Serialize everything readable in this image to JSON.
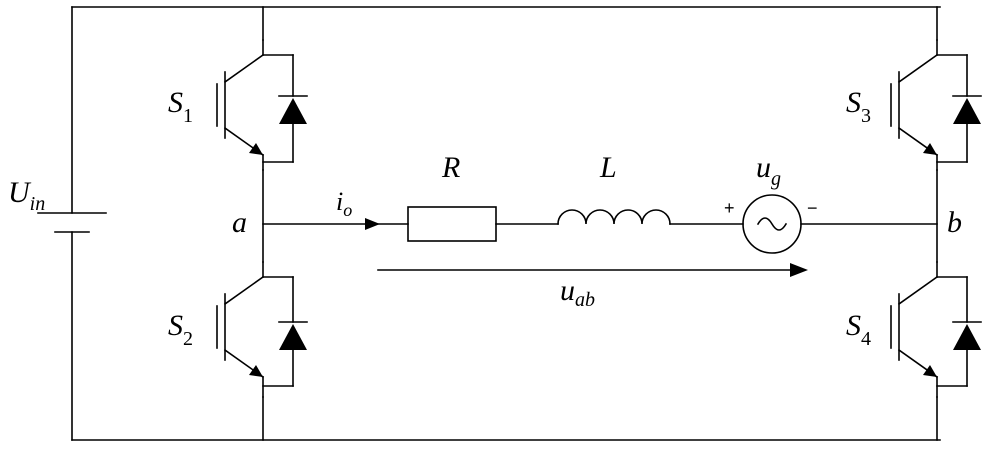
{
  "labels": {
    "source": {
      "main": "U",
      "sub": "in"
    },
    "s1": {
      "main": "S",
      "sub": "1"
    },
    "s2": {
      "main": "S",
      "sub": "2"
    },
    "s3": {
      "main": "S",
      "sub": "3"
    },
    "s4": {
      "main": "S",
      "sub": "4"
    },
    "node_a": "a",
    "node_b": "b",
    "current": {
      "main": "i",
      "sub": "o"
    },
    "resistor": "R",
    "inductor": "L",
    "grid": {
      "main": "u",
      "sub": "g"
    },
    "grid_plus": "+",
    "grid_minus": "−",
    "voltage": {
      "main": "u",
      "sub": "ab"
    }
  },
  "icons": {
    "switch": "igbt-icon",
    "diode": "diode-icon",
    "source": "dc-battery-icon",
    "grid": "ac-source-icon"
  }
}
